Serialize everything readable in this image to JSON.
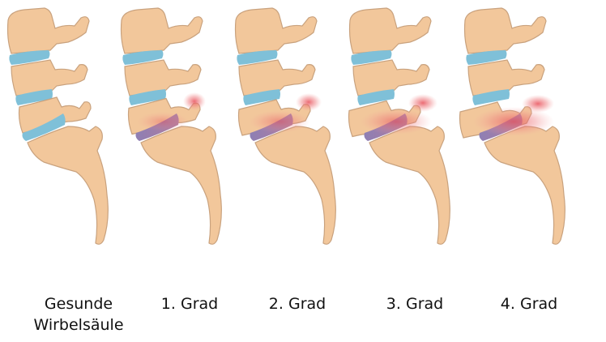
{
  "colors": {
    "bone": "#f2c79b",
    "bone_outline": "#c9a27e",
    "disc": "#7fc0d8",
    "disc_displaced": "#8e7fb4",
    "inflammation": "#e8505a"
  },
  "panels": [
    {
      "caption_lines": [
        "Gesunde",
        "Wirbelsäule"
      ],
      "grade": 0
    },
    {
      "caption_lines": [
        "1. Grad"
      ],
      "grade": 1
    },
    {
      "caption_lines": [
        "2. Grad"
      ],
      "grade": 2
    },
    {
      "caption_lines": [
        "3. Grad"
      ],
      "grade": 3
    },
    {
      "caption_lines": [
        "4. Grad"
      ],
      "grade": 4
    }
  ]
}
